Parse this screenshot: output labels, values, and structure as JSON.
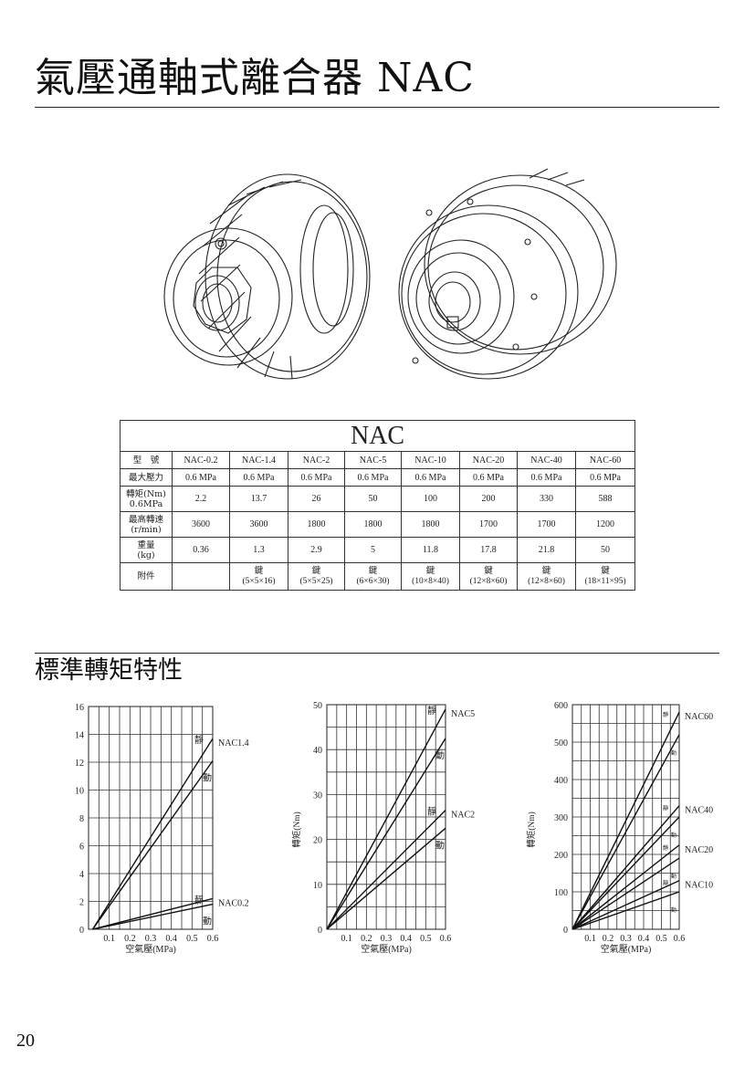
{
  "page": {
    "title": "氣壓通軸式離合器 NAC",
    "section_title": "標準轉矩特性",
    "page_number": "20"
  },
  "spec_table": {
    "caption": "NAC",
    "row_labels": {
      "model": "型　號",
      "max_pressure": "最大壓力",
      "torque": [
        "轉矩(Nm)",
        "0.6MPa"
      ],
      "max_speed": [
        "最高轉速",
        "(r/min)"
      ],
      "weight": [
        "重量",
        "(kg)"
      ],
      "accessory": "附件"
    },
    "models": [
      "NAC-0.2",
      "NAC-1.4",
      "NAC-2",
      "NAC-5",
      "NAC-10",
      "NAC-20",
      "NAC-40",
      "NAC-60"
    ],
    "max_pressure": [
      "0.6 MPa",
      "0.6 MPa",
      "0.6 MPa",
      "0.6 MPa",
      "0.6 MPa",
      "0.6 MPa",
      "0.6 MPa",
      "0.6 MPa"
    ],
    "torque": [
      "2.2",
      "13.7",
      "26",
      "50",
      "100",
      "200",
      "330",
      "588"
    ],
    "max_speed": [
      "3600",
      "3600",
      "1800",
      "1800",
      "1800",
      "1700",
      "1700",
      "1200"
    ],
    "weight": [
      "0.36",
      "1.3",
      "2.9",
      "5",
      "11.8",
      "17.8",
      "21.8",
      "50"
    ],
    "accessory_word": "鍵",
    "accessory": [
      "",
      "(5×5×16)",
      "(5×5×25)",
      "(6×6×30)",
      "(10×8×40)",
      "(12×8×60)",
      "(12×8×60)",
      "(18×11×95)"
    ]
  },
  "chart_data": [
    {
      "type": "line",
      "xlabel": "空氣壓(MPa)",
      "ylabel": "轉矩(Nm)",
      "xlim": [
        0,
        0.6
      ],
      "ylim": [
        0,
        16
      ],
      "x_ticks": [
        "0.1",
        "0.2",
        "0.3",
        "0.4",
        "0.5",
        "0.6"
      ],
      "y_ticks": [
        "0",
        "2",
        "4",
        "6",
        "8",
        "10",
        "12",
        "14",
        "16"
      ],
      "y_step": 2,
      "grid": true,
      "series": [
        {
          "name": "NAC1.4",
          "x": [
            0.02,
            0.6
          ],
          "y": [
            0,
            13.7
          ],
          "annotation": "靜"
        },
        {
          "name": "",
          "x": [
            0.02,
            0.6
          ],
          "y": [
            0,
            12.1
          ],
          "annotation": "動"
        },
        {
          "name": "NAC0.2",
          "x": [
            0.02,
            0.6
          ],
          "y": [
            0,
            2.2
          ],
          "annotation": "靜"
        },
        {
          "name": "",
          "x": [
            0.02,
            0.6
          ],
          "y": [
            0,
            1.8
          ],
          "annotation": "動"
        }
      ]
    },
    {
      "type": "line",
      "xlabel": "空氣壓(MPa)",
      "ylabel": "轉矩(Nm)",
      "xlim": [
        0,
        0.6
      ],
      "ylim": [
        0,
        50
      ],
      "x_ticks": [
        "0.1",
        "0.2",
        "0.3",
        "0.4",
        "0.5",
        "0.6"
      ],
      "y_ticks": [
        "0",
        "10",
        "20",
        "30",
        "40",
        "50"
      ],
      "y_step": 5,
      "grid": true,
      "series": [
        {
          "name": "NAC5",
          "x": [
            0.0,
            0.6
          ],
          "y": [
            0,
            49
          ],
          "annotation": "靜"
        },
        {
          "name": "",
          "x": [
            0.0,
            0.6
          ],
          "y": [
            0,
            42.5
          ],
          "annotation": "動"
        },
        {
          "name": "NAC2",
          "x": [
            0.0,
            0.6
          ],
          "y": [
            0,
            26.5
          ],
          "annotation": "靜"
        },
        {
          "name": "",
          "x": [
            0.0,
            0.6
          ],
          "y": [
            0,
            22.5
          ],
          "annotation": "動"
        }
      ]
    },
    {
      "type": "line",
      "xlabel": "空氣壓(MPa)",
      "ylabel": "轉矩(Nm)",
      "xlim": [
        0,
        0.6
      ],
      "ylim": [
        0,
        600
      ],
      "x_ticks": [
        "0.1",
        "0.2",
        "0.3",
        "0.4",
        "0.5",
        "0.6"
      ],
      "y_ticks": [
        "0",
        "100",
        "200",
        "300",
        "400",
        "500",
        "600"
      ],
      "y_step": 50,
      "grid": true,
      "series": [
        {
          "name": "NAC60",
          "x": [
            0.0,
            0.6
          ],
          "y": [
            0,
            580
          ],
          "annotation": "靜"
        },
        {
          "name": "",
          "x": [
            0.0,
            0.6
          ],
          "y": [
            0,
            520
          ],
          "annotation": "動"
        },
        {
          "name": "NAC40",
          "x": [
            0.0,
            0.6
          ],
          "y": [
            0,
            330
          ],
          "annotation": "靜"
        },
        {
          "name": "",
          "x": [
            0.0,
            0.6
          ],
          "y": [
            0,
            300
          ],
          "annotation": "動"
        },
        {
          "name": "NAC20",
          "x": [
            0.0,
            0.6
          ],
          "y": [
            0,
            225
          ],
          "annotation": "靜"
        },
        {
          "name": "",
          "x": [
            0.0,
            0.6
          ],
          "y": [
            0,
            190
          ],
          "annotation": "動"
        },
        {
          "name": "NAC10",
          "x": [
            0.0,
            0.6
          ],
          "y": [
            0,
            130
          ],
          "annotation": "靜"
        },
        {
          "name": "",
          "x": [
            0.0,
            0.6
          ],
          "y": [
            0,
            100
          ],
          "annotation": "動"
        }
      ]
    }
  ]
}
